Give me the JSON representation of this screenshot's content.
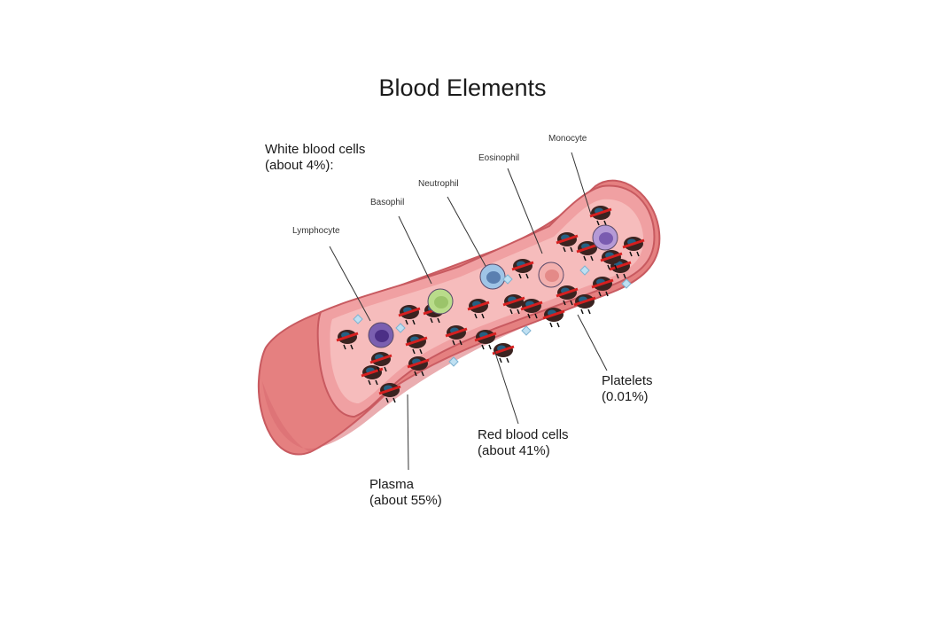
{
  "title": "Blood Elements",
  "labels": {
    "white_cells_line1": "White blood cells",
    "white_cells_line2": "(about 4%):",
    "lymphocyte": "Lymphocyte",
    "basophil": "Basophil",
    "neutrophil": "Neutrophil",
    "eosinophil": "Eosinophil",
    "monocyte": "Monocyte",
    "platelets_line1": "Platelets",
    "platelets_line2": "(0.01%)",
    "red_cells_line1": "Red blood cells",
    "red_cells_line2": "(about 41%)",
    "plasma_line1": "Plasma",
    "plasma_line2": "(about 55%)"
  },
  "colors": {
    "vessel_wall": "#e58080",
    "vessel_wall_dark": "#c85a60",
    "vessel_inner": "#f3a3a3",
    "lumen": "#f6bcbc",
    "red_cell_body": "#3b2320",
    "red_cell_accent": "#d61f1f",
    "lymphocyte": "#7a5fb0",
    "basophil": "#b9dc8a",
    "neutrophil": "#9fc4e6",
    "eosinophil": "#f3b0ae",
    "monocyte": "#b59ad6",
    "platelet": "#bfe0f2"
  }
}
